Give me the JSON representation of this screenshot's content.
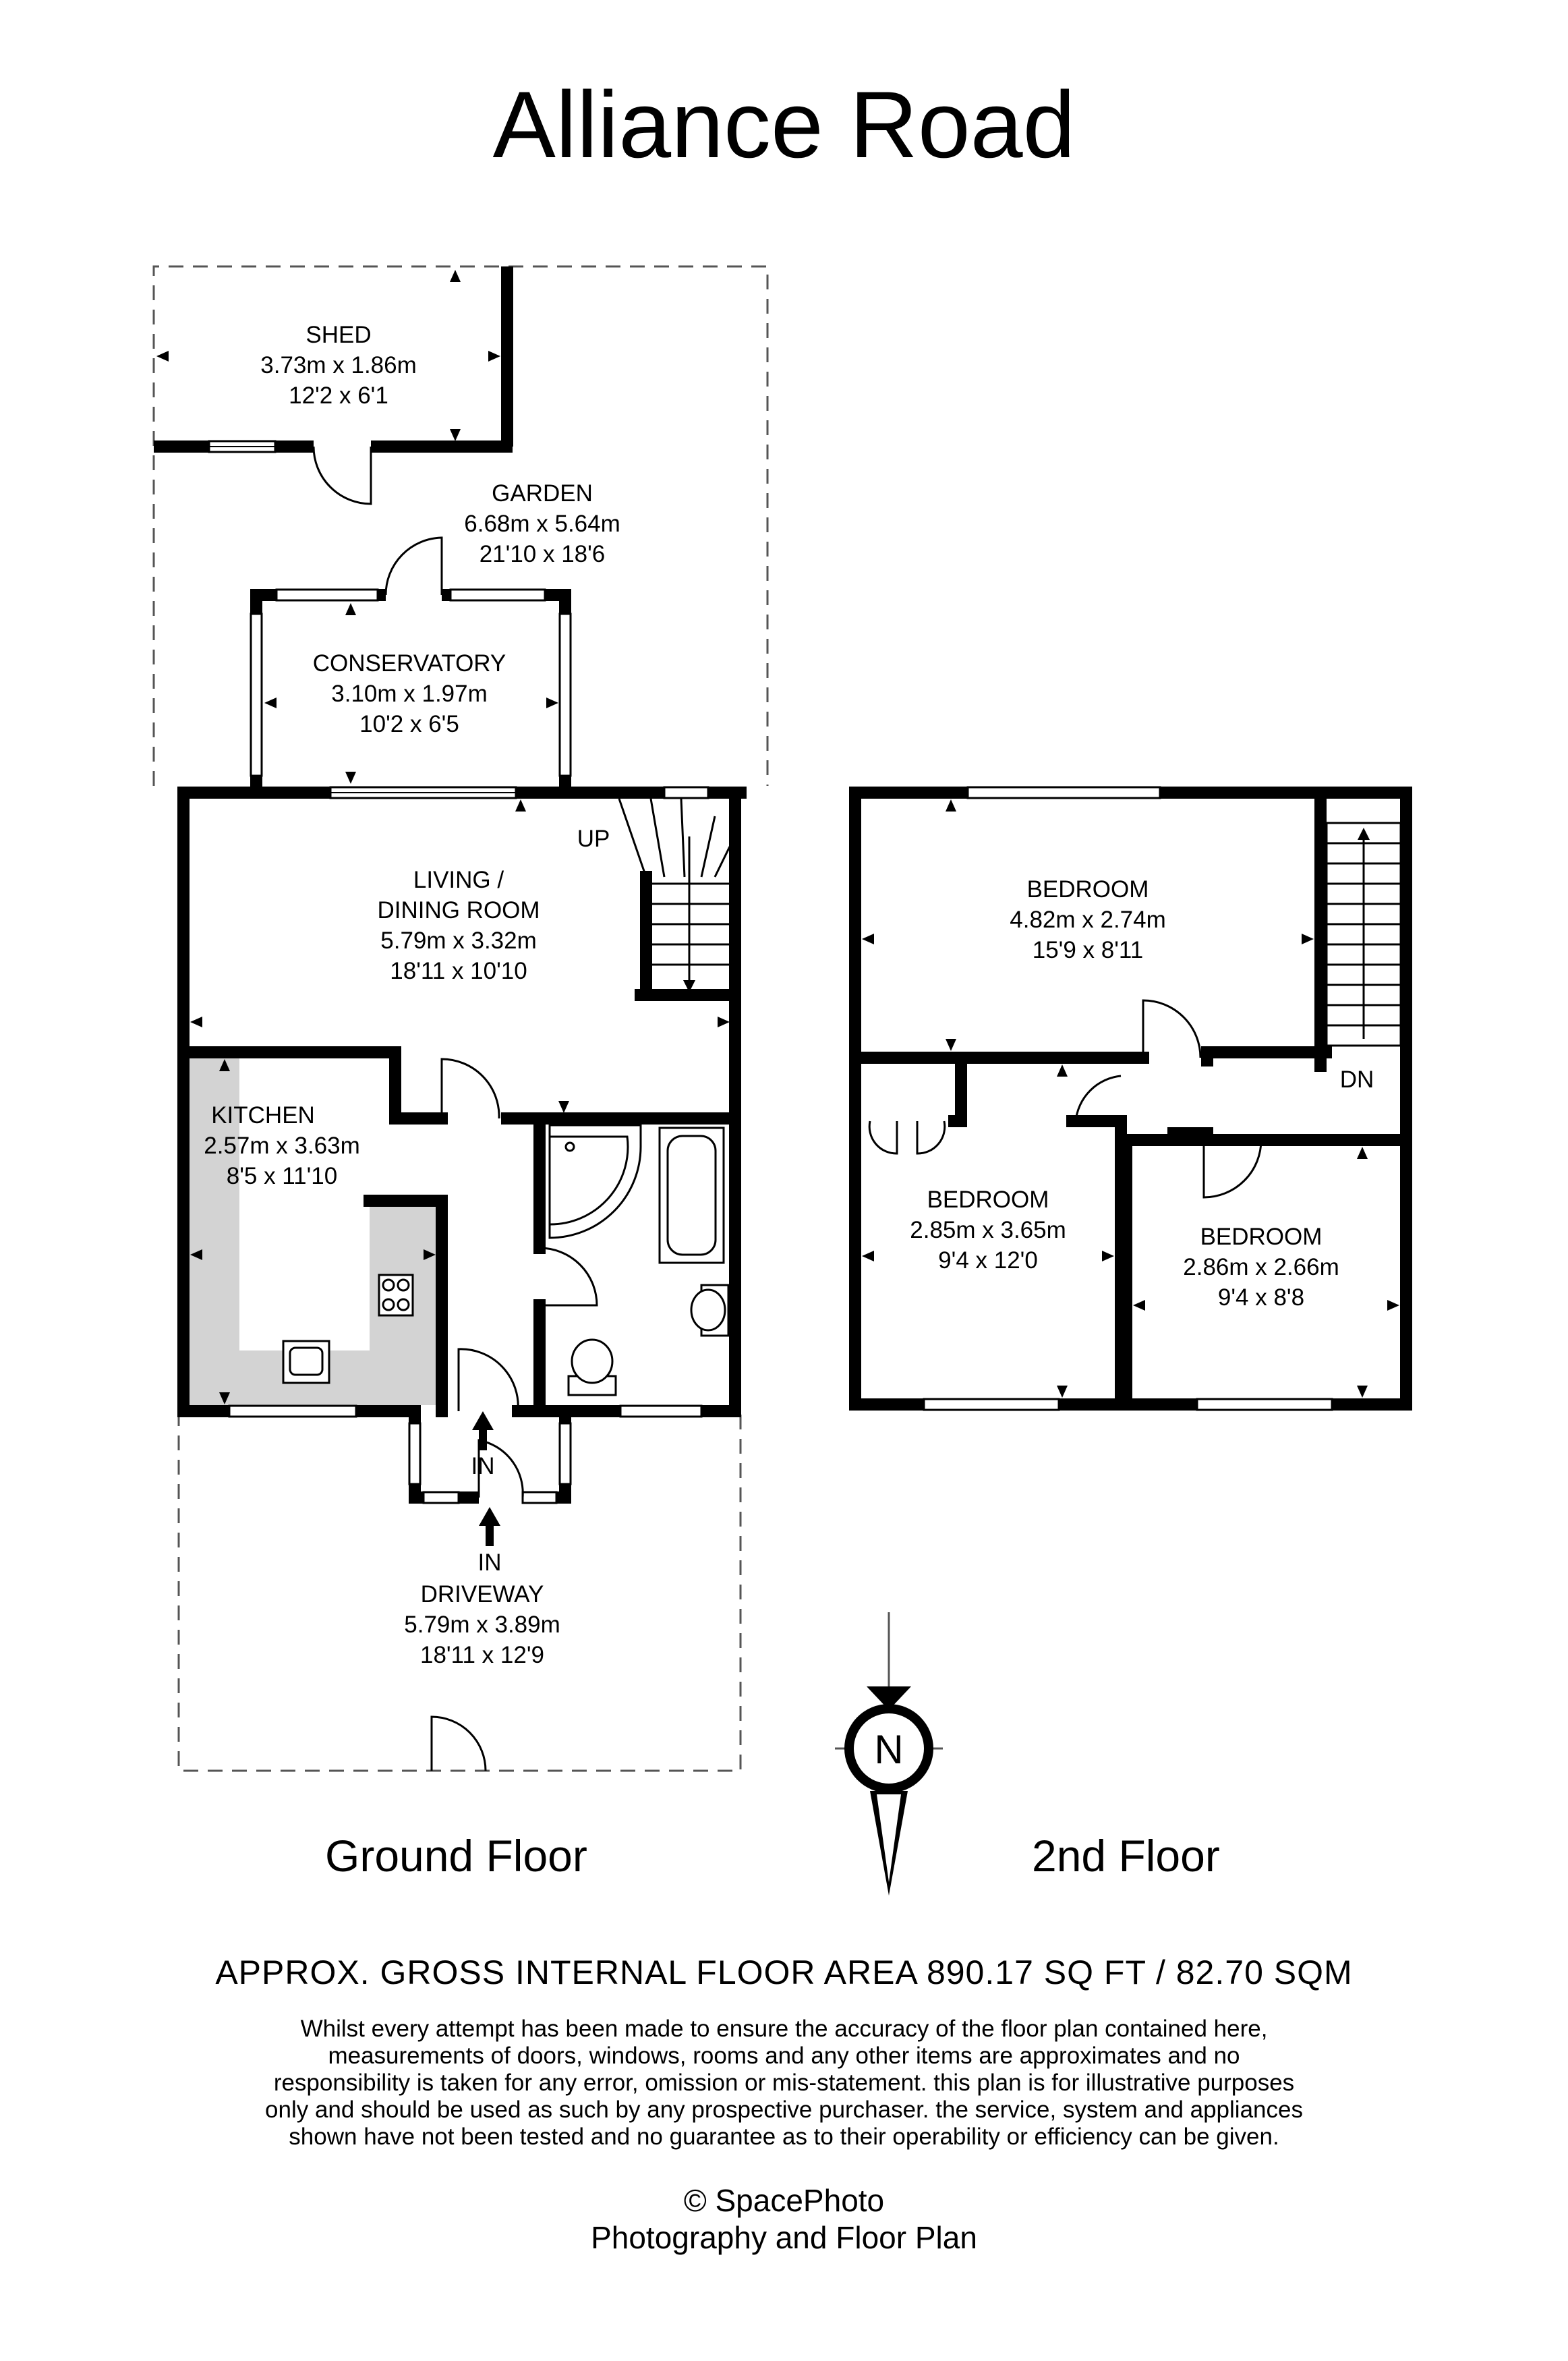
{
  "title": "Alliance Road",
  "rooms": {
    "shed": {
      "name": "SHED",
      "metric": "3.73m x 1.86m",
      "imperial": "12'2 x 6'1"
    },
    "garden": {
      "name": "GARDEN",
      "metric": "6.68m x 5.64m",
      "imperial": "21'10 x 18'6"
    },
    "conservatory": {
      "name": "CONSERVATORY",
      "metric": "3.10m x 1.97m",
      "imperial": "10'2 x 6'5"
    },
    "living": {
      "name1": "LIVING /",
      "name2": "DINING ROOM",
      "metric": "5.79m x 3.32m",
      "imperial": "18'11 x 10'10"
    },
    "kitchen": {
      "name": "KITCHEN",
      "metric": "2.57m x 3.63m",
      "imperial": "8'5 x 11'10"
    },
    "driveway": {
      "name": "DRIVEWAY",
      "metric": "5.79m x 3.89m",
      "imperial": "18'11 x 12'9"
    },
    "bedroom1": {
      "name": "BEDROOM",
      "metric": "4.82m x 2.74m",
      "imperial": "15'9 x 8'11"
    },
    "bedroom2": {
      "name": "BEDROOM",
      "metric": "2.85m x 3.65m",
      "imperial": "9'4 x 12'0"
    },
    "bedroom3": {
      "name": "BEDROOM",
      "metric": "2.86m x 2.66m",
      "imperial": "9'4 x 8'8"
    }
  },
  "markers": {
    "up": "UP",
    "down": "DN",
    "in1": "IN",
    "in2": "IN",
    "north": "N"
  },
  "floors": {
    "ground": "Ground Floor",
    "second": "2nd Floor"
  },
  "area": "APPROX. GROSS INTERNAL FLOOR AREA 890.17 SQ FT / 82.70  SQM",
  "disclaimer": [
    "Whilst every attempt has been made to ensure the accuracy of the floor plan contained here,",
    "measurements of doors, windows, rooms and any other items are approximates and no",
    "responsibility is taken for any error, omission or mis-statement. this plan is for illustrative purposes",
    "only and should be used as such by any prospective purchaser. the service, system and appliances",
    "shown have not been tested and no guarantee as to their operability or efficiency can be given."
  ],
  "credit": {
    "copyright": "©  SpacePhoto",
    "tagline": "Photography and Floor Plan"
  }
}
